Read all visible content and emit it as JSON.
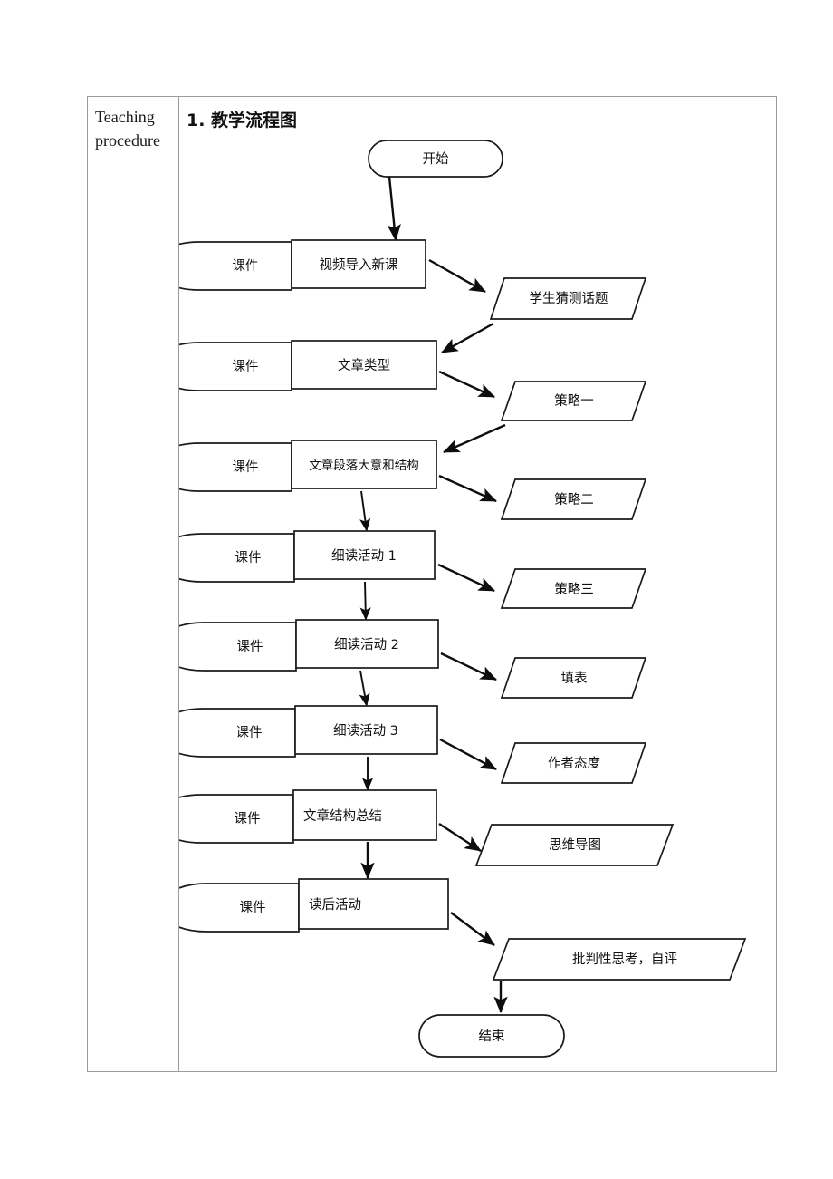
{
  "document": {
    "row_label": "Teaching procedure",
    "section_heading": "1. 教学流程图"
  },
  "flowchart": {
    "media_label": "课件",
    "terminators": {
      "start": "开始",
      "end": "结束"
    },
    "steps": [
      {
        "id": "step1",
        "label": "视频导入新课"
      },
      {
        "id": "step2",
        "label": "文章类型"
      },
      {
        "id": "step3",
        "label": "文章段落大意和结构"
      },
      {
        "id": "step4",
        "label": "细读活动 1"
      },
      {
        "id": "step5",
        "label": "细读活动 2"
      },
      {
        "id": "step6",
        "label": "细读活动 3"
      },
      {
        "id": "step7",
        "label": "文章结构总结"
      },
      {
        "id": "step8",
        "label": "读后活动"
      }
    ],
    "outputs": [
      {
        "id": "out1",
        "label": "学生猜测话题"
      },
      {
        "id": "out2",
        "label": "策略一"
      },
      {
        "id": "out3",
        "label": "策略二"
      },
      {
        "id": "out4",
        "label": "策略三"
      },
      {
        "id": "out5",
        "label": "填表"
      },
      {
        "id": "out6",
        "label": "作者态度"
      },
      {
        "id": "out7",
        "label": "思维导图"
      },
      {
        "id": "out8",
        "label": "批判性思考，自评"
      }
    ],
    "colors": {
      "stroke": "#1a1a1a",
      "fill": "#ffffff",
      "table_border": "#9b9b9b"
    }
  }
}
